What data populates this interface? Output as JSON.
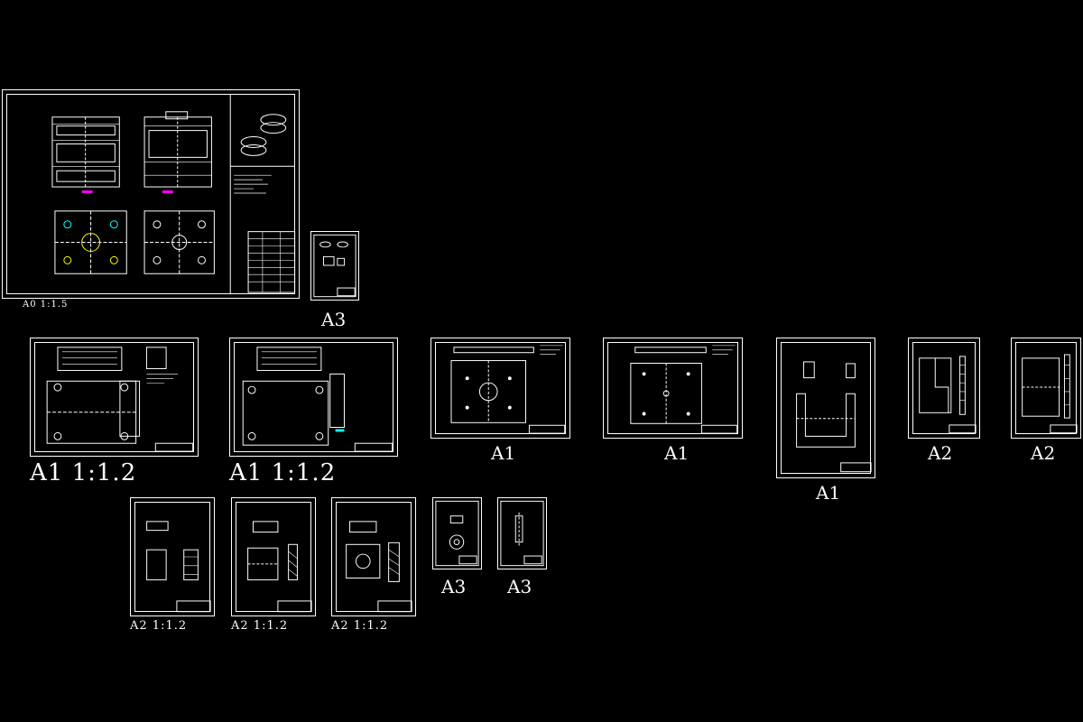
{
  "canvas": {
    "background": "#000000",
    "line_color": "#ffffff",
    "accent_colors": [
      "#ff00ff",
      "#ffff00",
      "#00ffff"
    ]
  },
  "sheets": [
    {
      "id": "assembly",
      "label": "A0  1:1.5"
    },
    {
      "id": "sheet-a3-1",
      "label": "A3"
    },
    {
      "id": "sheet-a1-1",
      "label": "A1  1:1.2"
    },
    {
      "id": "sheet-a1-2",
      "label": "A1  1:1.2"
    },
    {
      "id": "sheet-a1-3",
      "label": "A1"
    },
    {
      "id": "sheet-a1-4",
      "label": "A1"
    },
    {
      "id": "sheet-a1-5",
      "label": "A1"
    },
    {
      "id": "sheet-a2-1",
      "label": "A2"
    },
    {
      "id": "sheet-a2-2",
      "label": "A2"
    },
    {
      "id": "sheet-a2-3",
      "label": "A2  1:1.2"
    },
    {
      "id": "sheet-a2-4",
      "label": "A2  1:1.2"
    },
    {
      "id": "sheet-a2-5",
      "label": "A2  1:1.2"
    },
    {
      "id": "sheet-a3-2",
      "label": "A3"
    },
    {
      "id": "sheet-a3-3",
      "label": "A3"
    }
  ]
}
